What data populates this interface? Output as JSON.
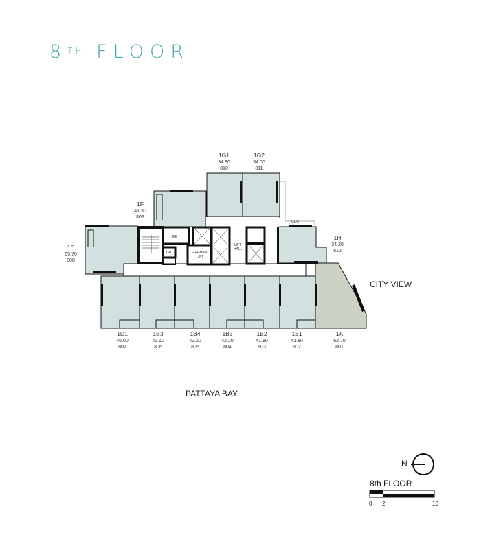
{
  "header": {
    "title_number": "8",
    "title_suffix": "TH",
    "title_word": "FLOOR"
  },
  "colors": {
    "title": "#4aa9ad",
    "unit_fill": "#d2e0e0",
    "corner_unit_fill": "#cdd3c4",
    "wall": "#111111"
  },
  "units": [
    {
      "code": "1G1",
      "area": "34.80",
      "number": "810"
    },
    {
      "code": "1G2",
      "area": "34.00",
      "number": "811"
    },
    {
      "code": "1F",
      "area": "41.30",
      "number": "809"
    },
    {
      "code": "1E",
      "area": "55.70",
      "number": "808"
    },
    {
      "code": "1H",
      "area": "34.20",
      "number": "812"
    },
    {
      "code": "1D1",
      "area": "46.00",
      "number": "807"
    },
    {
      "code": "1B3",
      "area": "42.10",
      "number": "806"
    },
    {
      "code": "1B4",
      "area": "42.20",
      "number": "805"
    },
    {
      "code": "1B3",
      "area": "42.20",
      "number": "804"
    },
    {
      "code": "1B2",
      "area": "41.80",
      "number": "803"
    },
    {
      "code": "1B1",
      "area": "41.80",
      "number": "802"
    },
    {
      "code": "1A",
      "area": "62.70",
      "number": "801"
    }
  ],
  "rooms": {
    "ee": "EE",
    "gb": "GB",
    "fireman_lift_1": "FIREMAN",
    "fireman_lift_2": "LIFT",
    "lift_hall_1": "LIFT",
    "lift_hall_2": "HALL",
    "cdu": "CDU"
  },
  "views": {
    "city": "CITY VIEW",
    "bay": "PATTAYA BAY"
  },
  "legend": {
    "north": "N",
    "floor_label": "8th FLOOR",
    "scale_ticks": [
      "0",
      "2",
      "10"
    ]
  }
}
